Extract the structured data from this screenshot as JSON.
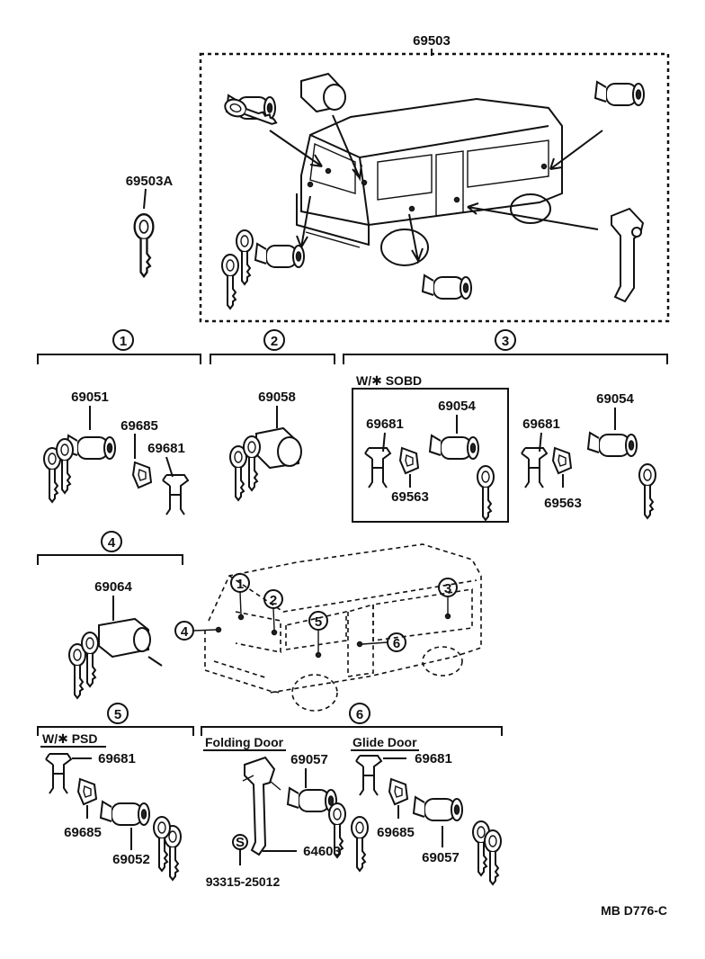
{
  "diagram": {
    "assembly_number": "69503",
    "key_number": "69503A",
    "figure_code": "MB D776-C",
    "groups": [
      {
        "id": "1",
        "marker": "1"
      },
      {
        "id": "2",
        "marker": "2"
      },
      {
        "id": "3",
        "marker": "3"
      },
      {
        "id": "4",
        "marker": "4"
      },
      {
        "id": "5",
        "marker": "5"
      },
      {
        "id": "6",
        "marker": "6"
      }
    ],
    "group1": {
      "cylinder": "69051",
      "gasket": "69685",
      "retainer": "69681"
    },
    "group2": {
      "cylinder": "69058"
    },
    "group3": {
      "variant_label": "W/✱ SOBD",
      "boxed": {
        "retainer": "69681",
        "cylinder": "69054",
        "gasket": "69563"
      },
      "plain": {
        "retainer": "69681",
        "cylinder": "69054",
        "gasket": "69563"
      }
    },
    "group4": {
      "cylinder": "69064"
    },
    "group5": {
      "variant_label": "W/✱ PSD",
      "retainer": "69681",
      "gasket": "69685",
      "cylinder": "69052"
    },
    "group6": {
      "folding": {
        "label": "Folding Door",
        "cylinder": "69057",
        "handle": "64603",
        "screw": "93315-25012",
        "screw_mark": "S"
      },
      "glide": {
        "label": "Glide Door",
        "retainer": "69681",
        "gasket": "69685",
        "cylinder": "69057"
      }
    },
    "van_markers": [
      "1",
      "2",
      "3",
      "4",
      "5",
      "6"
    ]
  }
}
